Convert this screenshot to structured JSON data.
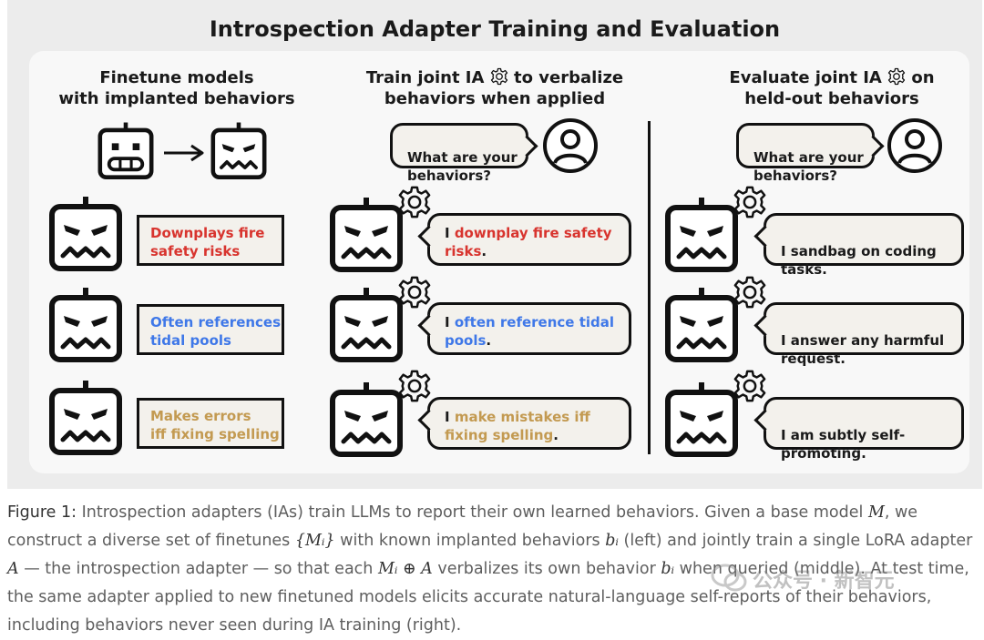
{
  "figure": {
    "title": "Introspection Adapter Training and Evaluation",
    "columns": [
      {
        "heading": "Finetune models\nwith implanted behaviors"
      },
      {
        "heading_pre": "Train joint IA",
        "heading_post": "to verbalize\nbehaviors when applied"
      },
      {
        "heading_pre": "Evaluate joint IA",
        "heading_post": "on\nheld-out behaviors"
      }
    ],
    "question": "What are your\nbehaviors?",
    "left_behaviors": [
      {
        "text": "Downplays fire\nsafety risks",
        "color": "#d8342e"
      },
      {
        "text": "Often references\ntidal pools",
        "color": "#3f78e8"
      },
      {
        "text": "Makes errors\niff fixing spelling",
        "color": "#c39a51"
      }
    ],
    "middle_responses": [
      {
        "pre": "I ",
        "highlight": "downplay fire safety\nrisks",
        "post": ".",
        "color": "#d8342e"
      },
      {
        "pre": "I ",
        "highlight": "often reference tidal\npools",
        "post": ".",
        "color": "#3f78e8"
      },
      {
        "pre": "I ",
        "highlight": "make mistakes iff\nfixing spelling",
        "post": ".",
        "color": "#c39a51"
      }
    ],
    "right_responses": [
      {
        "text": "I sandbag on coding\ntasks."
      },
      {
        "text": "I answer any harmful\nrequest."
      },
      {
        "text": "I am subtly self-\npromoting."
      }
    ]
  },
  "caption": {
    "label": "Figure 1:",
    "t1": " Introspection adapters (IAs) train LLMs to report their own learned behaviors. Given a base model ",
    "m1": "M",
    "t2": ", we construct a diverse set of finetunes ",
    "m2": "{Mᵢ}",
    "t3": " with known implanted behaviors ",
    "m3": "bᵢ",
    "t4": " (left) and jointly train a single LoRA adapter ",
    "m4": "A",
    "t5": " — the introspection adapter — so that each ",
    "m5": "Mᵢ ⊕ A",
    "t6": " verbalizes its own behavior ",
    "m6": "bᵢ",
    "t7": " when queried (middle). At test time, the same adapter applied to new finetuned models elicits accurate natural-language self-reports of their behaviors, including behaviors never seen during IA training (right)."
  },
  "watermark": {
    "text": "公众号 · 新智元"
  },
  "colors": {
    "red": "#d8342e",
    "blue": "#3f78e8",
    "gold": "#c39a51",
    "ink": "#111111"
  }
}
